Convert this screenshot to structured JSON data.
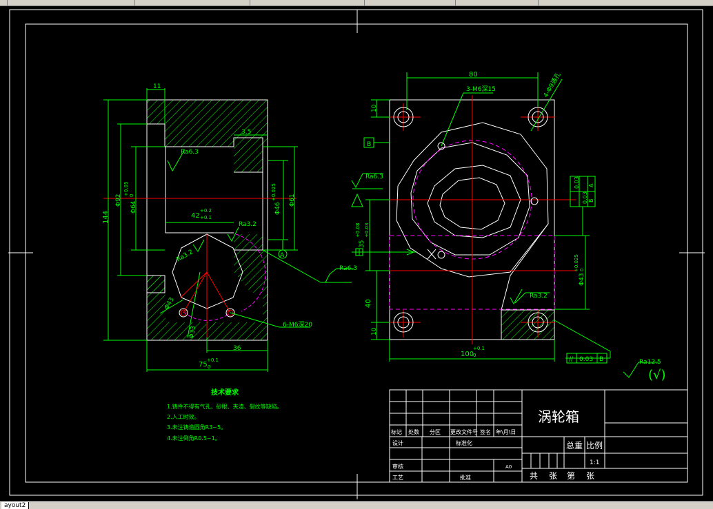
{
  "status": {
    "layout_tab": "ayout2"
  },
  "left_view": {
    "dims": {
      "top": "11",
      "right_top": "3.5",
      "height": "144",
      "d92": "Φ92",
      "d64": "Φ64",
      "d64_tol": "+0.05",
      "d64_tol0": "0",
      "d46": "Φ46",
      "d46_tol": "+0.025",
      "d46_tol0": "0",
      "d61": "Φ61",
      "w42": "42",
      "w42_up": "+0.2",
      "w42_dn": "+0.1",
      "d43": "Φ43",
      "d33": "Φ33",
      "w36": "36",
      "w75": "75",
      "w75_up": "+0.1",
      "w75_dn": "0"
    },
    "roughness": {
      "r1": "Ra6.3",
      "r2": "Ra3.2",
      "r3": "Ra3.2",
      "r4": "Ra6.3"
    },
    "thread": "6-M6深20",
    "datum": "A"
  },
  "right_view": {
    "dims": {
      "w80": "80",
      "thread": "3-M6深15",
      "holes": "4-Φ9通孔",
      "h10a": "10",
      "h40": "40",
      "h10b": "10",
      "h35": "35",
      "h35_up": "+0.08",
      "h35_dn": "+0.03",
      "d43": "Φ43",
      "d43_up": "+0.025",
      "d43_dn": "0",
      "w100": "100",
      "w100_up": "+0.1",
      "w100_dn": "0"
    },
    "roughness": {
      "r1": "Ra6.3",
      "r2": "Ra3.2",
      "r3": "Ra12.5"
    },
    "datum": "B",
    "fcf_top": [
      "0.03",
      "A"
    ],
    "fcf_mid": [
      "0.03",
      "B"
    ],
    "fcf_bottom": [
      "0.03",
      "B"
    ],
    "general_rough": "(√)"
  },
  "tech_requirements": {
    "title": "技术要求",
    "items": [
      "1.铸件不得有气孔、砂眼、夹渣、裂纹等缺陷。",
      "2.人工时效。",
      "3.未注铸造圆角R3~5。",
      "4.未注倒角R0.5~1。"
    ]
  },
  "title_block": {
    "name": "涡轮箱",
    "row_labels": [
      "标记",
      "处数",
      "分区",
      "更改文件号",
      "签名",
      "年\\月\\日"
    ],
    "design": "设计",
    "standard": "标准化",
    "review": "审核",
    "process": "工艺",
    "approve": "批准",
    "weight": "总重",
    "scale_label": "比例",
    "scale": "1:1",
    "sheet_mark": "A0",
    "total": "共",
    "sheet": "张",
    "num": "第",
    "sheet2": "张"
  },
  "colors": {
    "border": "#ffffff",
    "green": "#00ff00",
    "red": "#ff0000",
    "cyan": "#00ffff",
    "magenta": "#ff00ff"
  }
}
